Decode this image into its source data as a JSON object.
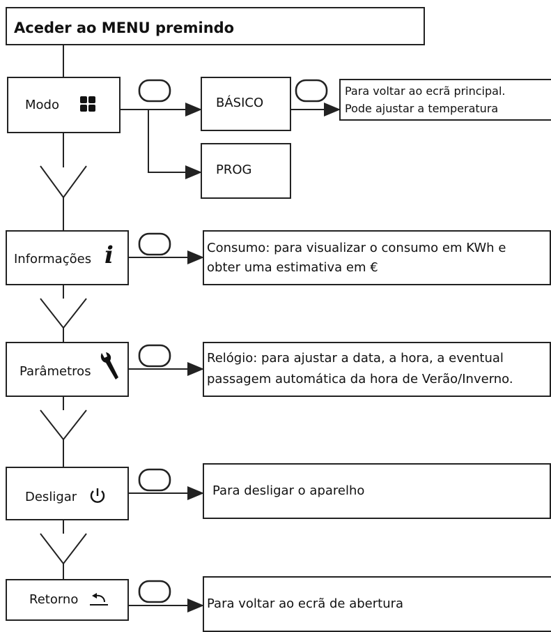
{
  "header": {
    "title": "Aceder ao MENU premindo"
  },
  "menu": {
    "modo": {
      "label": "Modo",
      "icon": "four-squares-icon"
    },
    "informacoes": {
      "label": "Informações",
      "icon": "info-i-icon"
    },
    "parametros": {
      "label": "Parâmetros",
      "icon": "wrench-icon"
    },
    "desligar": {
      "label": "Desligar",
      "icon": "power-icon"
    },
    "retorno": {
      "label": "Retorno",
      "icon": "return-arrow-icon"
    }
  },
  "submenu": {
    "basico": "BÁSICO",
    "prog": "PROG"
  },
  "descriptions": {
    "basico": {
      "line1": "Para voltar ao ecrã principal.",
      "line2": "Pode ajustar a temperatura"
    },
    "informacoes": {
      "line1": "Consumo: para visualizar o consumo em KWh e",
      "line2": "obter uma estimativa em €"
    },
    "parametros": {
      "line1": "Relógio: para ajustar a data, a hora, a eventual",
      "line2": "passagem automática da hora de Verão/Inverno."
    },
    "desligar": "Para desligar o aparelho",
    "retorno": "Para voltar ao ecrã de abertura"
  },
  "icons": {
    "button": "oval-button-icon",
    "next": "chevron-down-icon",
    "arrow": "arrow-right-icon"
  }
}
